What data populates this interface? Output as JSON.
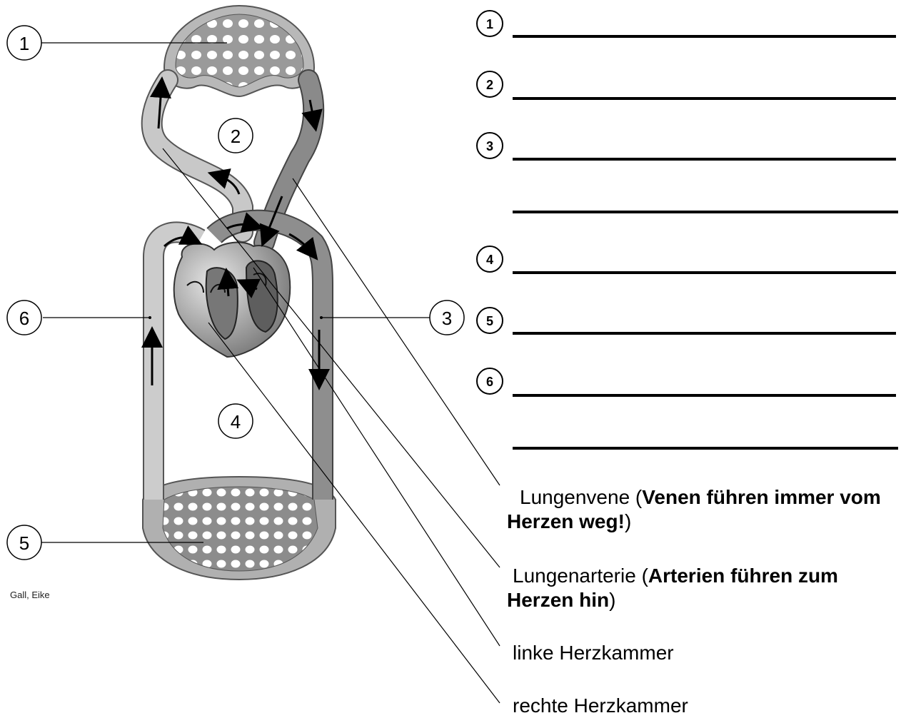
{
  "diagram": {
    "markers": [
      "1",
      "2",
      "3",
      "4",
      "5",
      "6"
    ],
    "answer_numbers": [
      "1",
      "2",
      "3",
      "4",
      "5",
      "6"
    ],
    "credit": "Gall, Eike"
  },
  "labels": {
    "lungenvene": {
      "name": "Lungenvene",
      "open": " (",
      "bold": "Venen führen immer vom Herzen weg!",
      "close": ")"
    },
    "lungenarterie": {
      "name": "Lungenarterie",
      "open": " (",
      "bold": "Arterien führen zum Herzen hin",
      "close": ")"
    },
    "linke": "linke Herzkammer",
    "rechte": "rechte Herzkammer"
  }
}
